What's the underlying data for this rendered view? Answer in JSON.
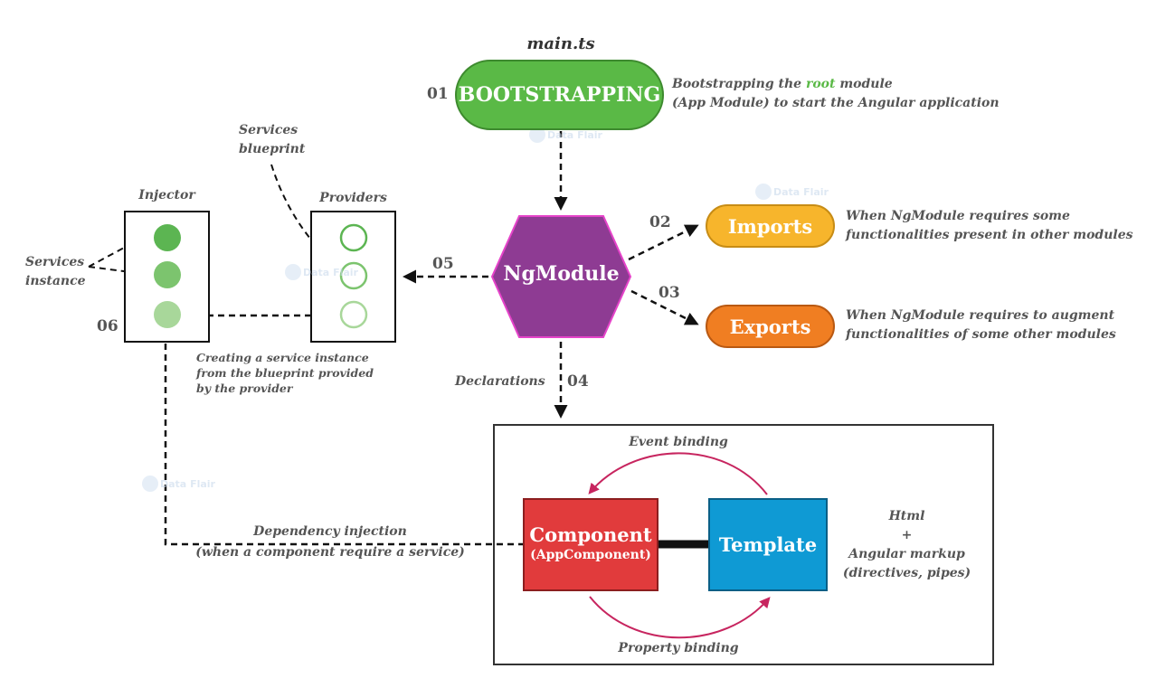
{
  "main_ts": "main.ts",
  "bootstrapping": {
    "step": "01",
    "label": "BOOTSTRAPPING",
    "desc_pre": "Bootstrapping the ",
    "desc_root": "root",
    "desc_post": " module",
    "desc_line2": "(App Module) to start the Angular application"
  },
  "ngmodule": {
    "label": "NgModule"
  },
  "imports": {
    "step": "02",
    "label": "Imports",
    "desc_line1": "When NgModule requires some",
    "desc_line2": "functionalities present in other modules"
  },
  "exports": {
    "step": "03",
    "label": "Exports",
    "desc_line1": "When NgModule requires to augment",
    "desc_line2": "functionalities of some other modules"
  },
  "declarations": {
    "step": "04",
    "label": "Declarations"
  },
  "providers": {
    "step": "05",
    "title": "Providers",
    "blueprint_line1": "Services",
    "blueprint_line2": "blueprint"
  },
  "injector": {
    "step": "06",
    "title": "Injector",
    "instance_line1": "Services",
    "instance_line2": "instance",
    "creating_line1": "Creating a service instance",
    "creating_line2": "from the blueprint provided",
    "creating_line3": "by the provider"
  },
  "dependency": {
    "line1": "Dependency injection",
    "line2": "(when a component require a service)"
  },
  "component": {
    "label": "Component",
    "sub": "(AppComponent)"
  },
  "template": {
    "label": "Template"
  },
  "event_binding": "Event binding",
  "property_binding": "Property binding",
  "html_note": {
    "line1": "Html",
    "line2": "+",
    "line3": "Angular markup",
    "line4": "(directives, pipes)"
  },
  "watermark": "Data Flair",
  "colors": {
    "bootstrap": "#5ab946",
    "ngmodule": "#8e3b93",
    "imports": "#f7b52c",
    "exports": "#f07e22",
    "component": "#e13b3c",
    "template": "#0f9ad4",
    "binding_arrow": "#c7255f",
    "root": "#5ab946"
  }
}
